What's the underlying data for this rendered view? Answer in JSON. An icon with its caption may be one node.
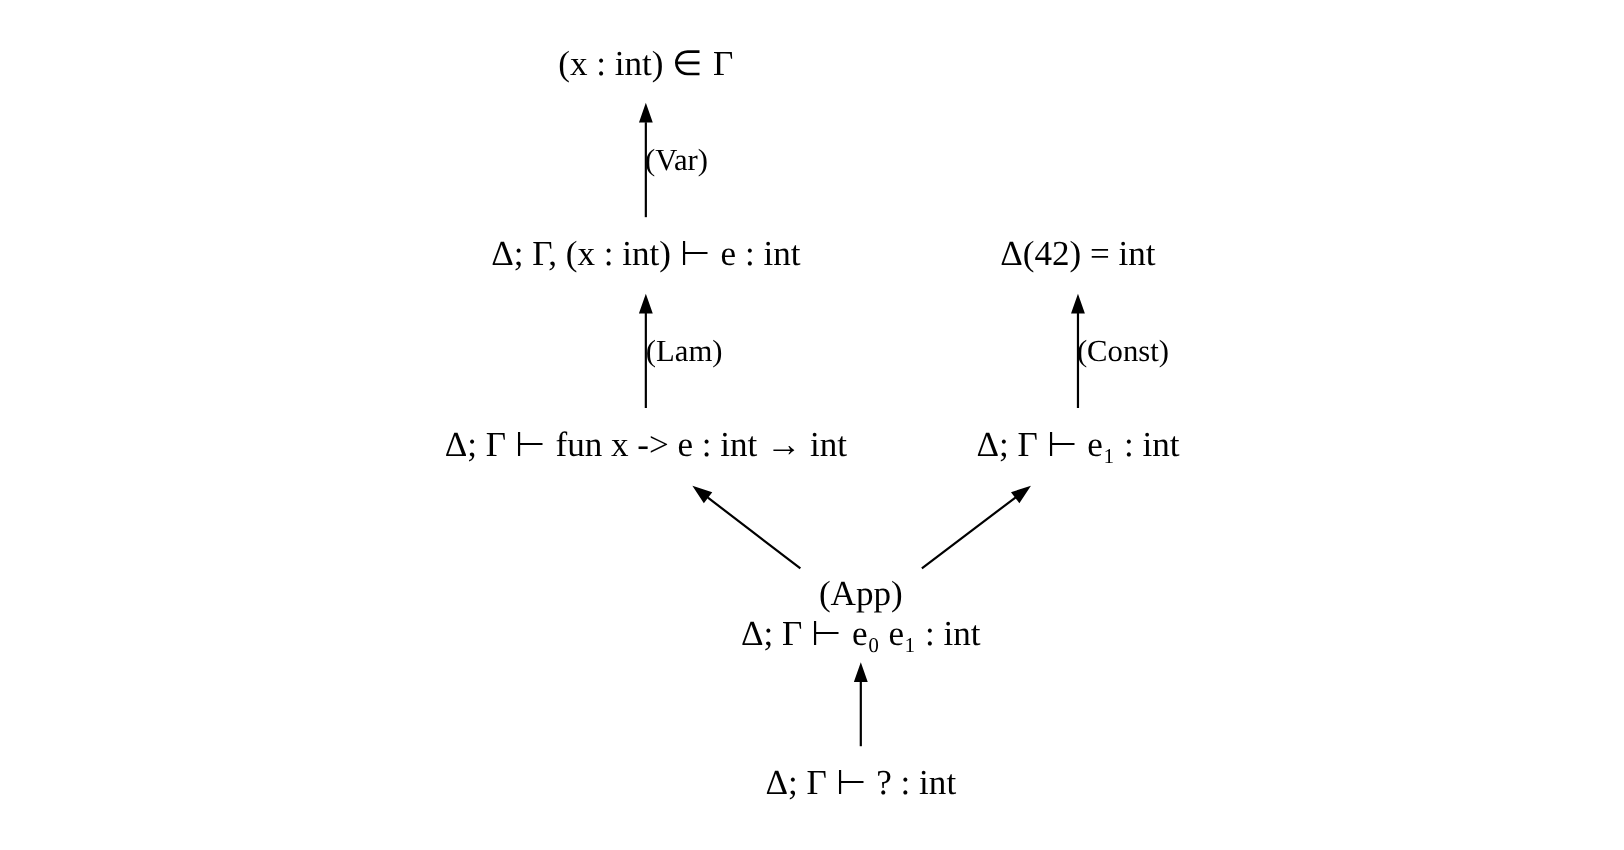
{
  "diagram": {
    "nodes": [
      {
        "text": [
          "(x : int) ∈ Γ"
        ]
      },
      {
        "text": [
          "Δ; Γ, (x : int) ⊢ e : int"
        ]
      },
      {
        "text": [
          "Δ; Γ ⊢ fun x -> e : int → int"
        ]
      },
      {
        "text": [
          "Δ(42) = int"
        ]
      },
      {
        "text": [
          "Δ; Γ ⊢ e₁ : int"
        ]
      },
      {
        "text": [
          "Δ; Γ ⊢ e₀ e₁ : int"
        ],
        "beside": [
          "(App)"
        ]
      },
      {
        "text": [
          "Δ; Γ ⊢ ? : int"
        ]
      }
    ],
    "edges": [
      {
        "from": 1,
        "to": 0,
        "arrow": "to",
        "label": "(Var)"
      },
      {
        "from": 2,
        "to": 1,
        "arrow": "to",
        "label": "(Lam)"
      },
      {
        "from": 4,
        "to": 3,
        "arrow": "to",
        "label": "(Const)"
      },
      {
        "from": 5,
        "to": 2,
        "arrow": "to"
      },
      {
        "from": 5,
        "to": 4,
        "arrow": "to"
      },
      {
        "from": 6,
        "to": 5,
        "arrow": "to"
      }
    ]
  }
}
